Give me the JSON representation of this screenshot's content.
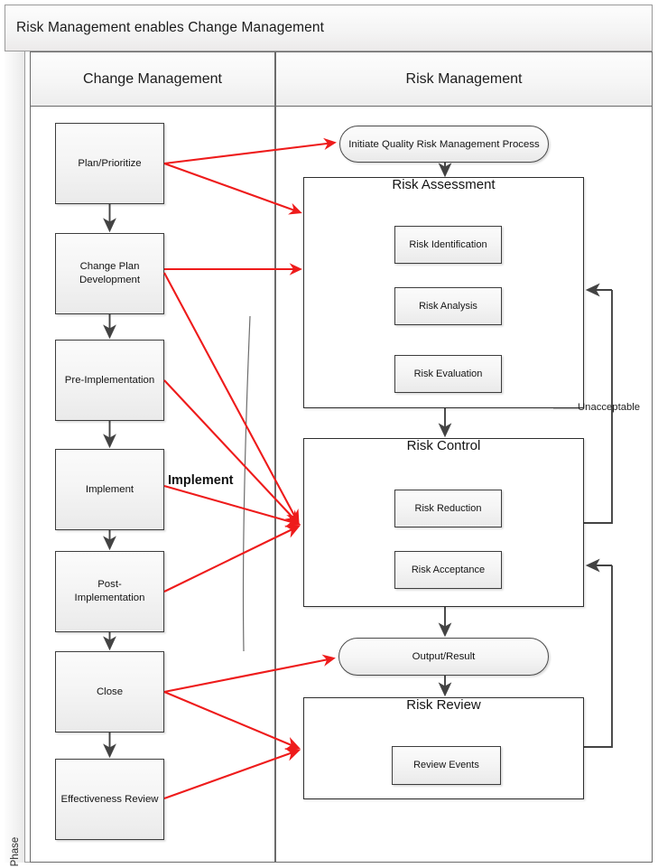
{
  "diagram": {
    "title": "Risk Management enables Change Management",
    "phase_label": "Phase",
    "lanes": [
      {
        "id": "change-management",
        "label": "Change Management"
      },
      {
        "id": "risk-management",
        "label": "Risk Management"
      }
    ],
    "colors": {
      "link_red": "#ee1b1b",
      "link_gray": "#434343",
      "node_border": "#3d3d3d",
      "frame_border": "#9a9a9a"
    },
    "change_management_steps": [
      {
        "id": "plan-prioritize",
        "label": "Plan/Prioritize"
      },
      {
        "id": "change-plan-development",
        "label": "Change Plan\nDevelopment"
      },
      {
        "id": "pre-implementation",
        "label": "Pre-Implementation"
      },
      {
        "id": "implement",
        "label": "Implement"
      },
      {
        "id": "post-implementation",
        "label": "Post-\nImplementation"
      },
      {
        "id": "close",
        "label": "Close"
      },
      {
        "id": "effectiveness-review",
        "label": "Effectiveness Review"
      }
    ],
    "risk_management": {
      "initiate": "Initiate Quality Risk Management Process",
      "risk_assessment": {
        "title": "Risk Assessment",
        "steps": [
          "Risk Identification",
          "Risk Analysis",
          "Risk Evaluation"
        ]
      },
      "risk_control": {
        "title": "Risk Control",
        "steps": [
          "Risk Reduction",
          "Risk Acceptance"
        ]
      },
      "output": "Output/Result",
      "risk_review": {
        "title": "Risk Review",
        "steps": [
          "Review Events"
        ]
      },
      "loop_label": "Unacceptable"
    },
    "annotations": [
      {
        "id": "implement-link-label",
        "label": "Implement"
      }
    ]
  }
}
